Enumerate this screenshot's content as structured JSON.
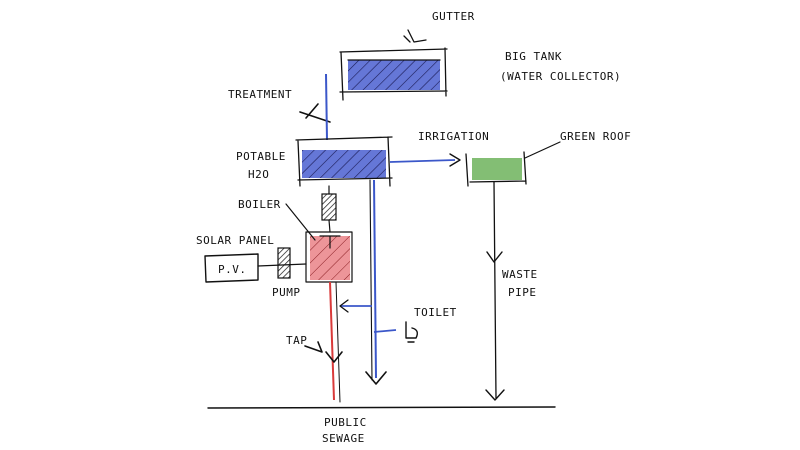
{
  "labels": {
    "gutter": "GUTTER",
    "big_tank": "BIG TANK",
    "water_collector": "(WATER COLLECTOR)",
    "treatment": "TREATMENT",
    "potable_1": "POTABLE",
    "potable_2": "H2O",
    "irrigation": "IRRIGATION",
    "green_roof": "GREEN ROOF",
    "boiler": "BOILER",
    "solar_panel": "SOLAR PANEL",
    "pv": "P.V.",
    "pump": "PUMP",
    "waste_1": "WASTE",
    "waste_2": "PIPE",
    "toilet": "TOILET",
    "tap": "TAP",
    "public_1": "PUBLIC",
    "public_2": "SEWAGE"
  },
  "colors": {
    "ink": "#111111",
    "cold_water": "#3b57c9",
    "hot_water": "#d93a3a",
    "green_roof": "#5aa845",
    "water_fill": "#4a5fd0",
    "boiler_fill": "#e87a80"
  }
}
